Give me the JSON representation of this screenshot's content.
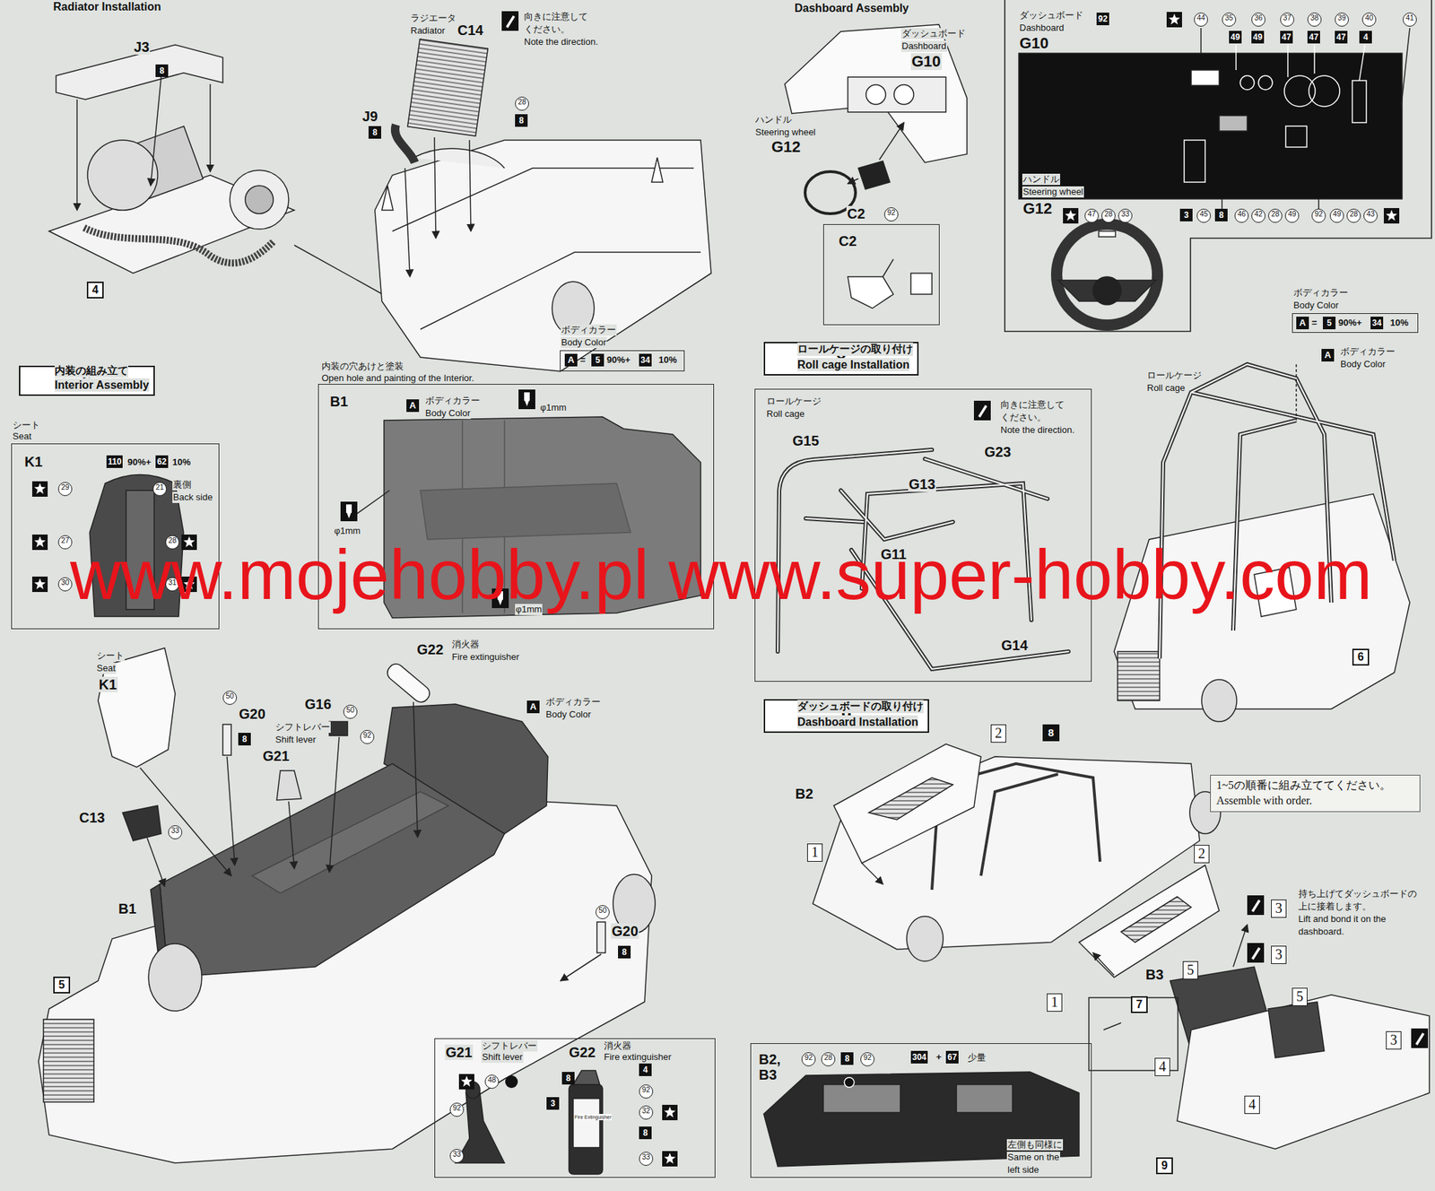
{
  "diagram": {
    "nodes": [
      {
        "text": [
          "6",
          "内装の組み立て",
          "Interior Assembly"
        ]
      },
      {
        "text": [
          "シート",
          "Seat"
        ]
      },
      {
        "text": [
          "内装の穴あけと塗装",
          "Open hole and painting of the Interior."
        ]
      },
      {
        "text": [
          "ボディカラー",
          "Body Color"
        ]
      },
      {
        "text": [
          "G21",
          "シフトレバー",
          "Shift lever",
          "G22",
          "消火器",
          "Fire extinguisher"
        ]
      },
      {
        "text": [
          "ダッシュボード",
          "Dashboard",
          "G10"
        ]
      },
      {
        "text": [
          "C2"
        ]
      },
      {
        "text": [
          "ボディカラー",
          "Body Color"
        ]
      },
      {
        "text": [
          "8",
          "ロールケージの取り付け",
          "Roll cage Installation"
        ]
      },
      {
        "text": [
          "ロールケージ",
          "Roll cage"
        ]
      },
      {
        "text": [
          "9",
          "ダッシュボードの取り付け",
          "Dashboard Installation"
        ]
      },
      {
        "text": [
          "1~5の順番に組み立ててください。",
          "Assemble with order."
        ]
      },
      {
        "text": [
          "B2, B3"
        ]
      }
    ],
    "labels": [
      "Radiator Installation",
      "J3",
      "8",
      "4",
      "ラジエータ",
      "Radiator",
      "C14",
      "向きに注意して",
      "ください。",
      "Note the direction.",
      "28",
      "8",
      "J9",
      "8",
      "110",
      "90%+",
      "62",
      "10%",
      "21",
      "裏側",
      "Back side",
      "29",
      "27",
      "28",
      "30",
      "31",
      "K1",
      "B1",
      "A",
      "ボディカラー",
      "Body Color",
      "φ1mm",
      "φ1mm",
      "φ1mm",
      "A",
      "=",
      "5",
      "90%+",
      "34",
      "10%",
      "シート",
      "Seat",
      "K1",
      "50",
      "G20",
      "8",
      "G16",
      "50",
      "92",
      "シフトレバー",
      "Shift lever",
      "G21",
      "G22",
      "消火器",
      "Fire extinguisher",
      "A",
      "ボディカラー",
      "Body Color",
      "C13",
      "33",
      "B1",
      "5",
      "50",
      "G20",
      "8",
      "48",
      "92",
      "33",
      "8",
      "4",
      "92",
      "3",
      "32",
      "8",
      "33",
      "Fire Extinguisher",
      "Dashboard Assembly",
      "ダッシュボード",
      "Dashboard",
      "G10",
      "ハンドル",
      "Steering wheel",
      "G12",
      "C2",
      "92",
      "92",
      "44",
      "35",
      "36",
      "37",
      "38",
      "39",
      "40",
      "41",
      "49",
      "49",
      "47",
      "47",
      "47",
      "4",
      "3",
      "45",
      "8",
      "46",
      "42",
      "28",
      "49",
      "92",
      "49",
      "28",
      "43",
      "ハンドル",
      "Steering wheel",
      "G12",
      "47",
      "28",
      "33",
      "A",
      "=",
      "5",
      "90%+",
      "34",
      "10%",
      "向きに注意して",
      "ください。",
      "Note the direction.",
      "G15",
      "G23",
      "G13",
      "G11",
      "G14",
      "ロールケージ",
      "Roll cage",
      "A",
      "ボディカラー",
      "Body Color",
      "6",
      "www.mojehobby.pl www.super-hobby.com",
      "B2",
      "1",
      "2",
      "8",
      "2",
      "1",
      "B3",
      "3",
      "持ち上げてダッシュボードの",
      "上に接着します。",
      "Lift and bond it on the",
      "dashboard.",
      "3",
      "5",
      "7",
      "5",
      "3",
      "4",
      "4",
      "9",
      "92",
      "28",
      "8",
      "92",
      "304",
      "+",
      "67",
      "少量",
      "左側も同様に",
      "Same on the",
      "left side"
    ]
  }
}
